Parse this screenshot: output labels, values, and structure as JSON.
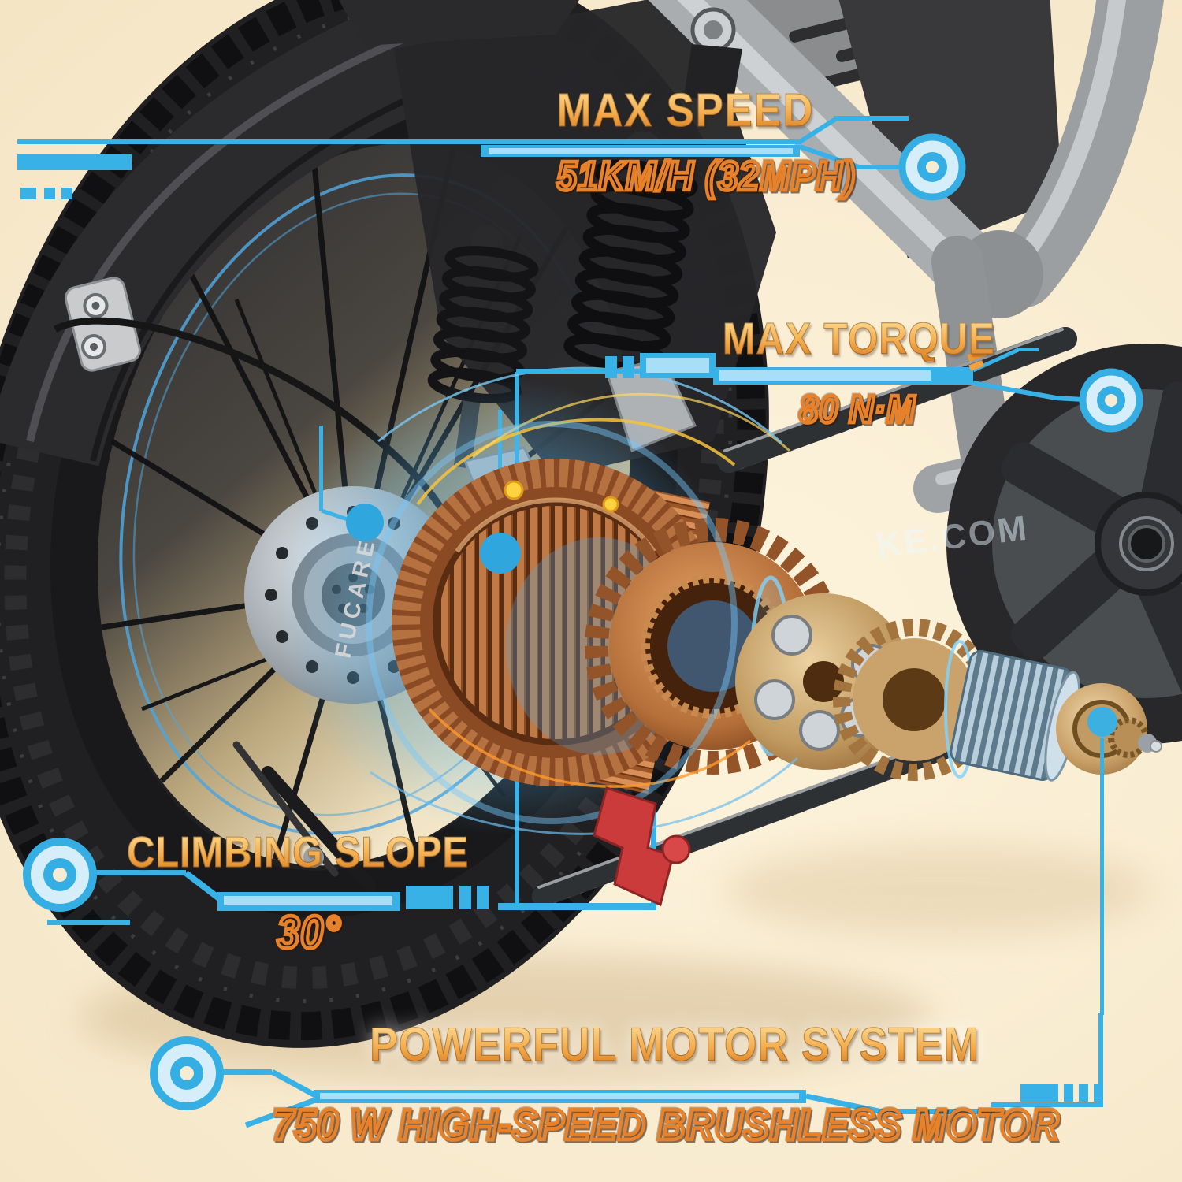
{
  "page": {
    "title": "Electric bike rear hub motor feature infographic"
  },
  "theme": {
    "background": "#f8ecd2",
    "accent_blue": "#38b2e6",
    "accent_blue_light": "#a8dff6",
    "accent_orange": "#f0952f",
    "heading_gold_light": "#fcd98f",
    "heading_gold_dark": "#d57b1f",
    "value_outline_orange": "#e8822a"
  },
  "callouts": {
    "max_speed": {
      "label": "MAX SPEED",
      "value": "51KM/H (32MPH)"
    },
    "max_torque": {
      "label": "MAX TORQUE",
      "value": "80 N·M"
    },
    "climbing_slope": {
      "label": "CLIMBING SLOPE",
      "value": "30°"
    },
    "motor_system": {
      "label": "POWERFUL MOTOR SYSTEM",
      "value": "750 W HIGH-SPEED BRUSHLESS MOTOR"
    }
  },
  "branding": {
    "hub_brand": "FUCARE",
    "watermark": "KE.COM"
  },
  "scene": {
    "description": "Rear fat-tire wheel of an electric bike with exploded hub motor: copper stator, ring gear, planetary carrier, splined shaft and end cap; chainring, chain, dual coil suspension springs, grey frame and rear rack; blue circuit-style callout traces."
  }
}
